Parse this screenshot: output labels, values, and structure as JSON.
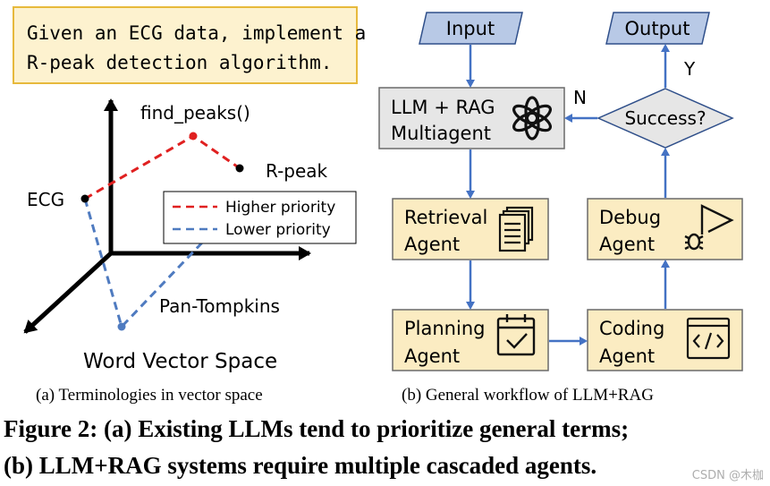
{
  "left_panel": {
    "task_text": {
      "line1": "Given an ECG data, implement a",
      "line2": "R-peak detection algorithm."
    },
    "points": {
      "ecg": "ECG",
      "find_peaks": "find_peaks()",
      "r_peak": "R-peak",
      "pan_tompkins": "Pan-Tompkins"
    },
    "legend": {
      "higher": "Higher priority",
      "lower": "Lower priority"
    },
    "space_label": "Word Vector Space",
    "caption": "(a)  Terminologies in vector space"
  },
  "right_panel": {
    "input": "Input",
    "output": "Output",
    "success": "Success?",
    "yes": "Y",
    "no": "N",
    "multiagent": {
      "line1": "LLM + RAG",
      "line2": "Multiagent"
    },
    "retrieval": {
      "line1": "Retrieval",
      "line2": "Agent"
    },
    "planning": {
      "line1": "Planning",
      "line2": "Agent"
    },
    "coding": {
      "line1": "Coding",
      "line2": "Agent"
    },
    "debug": {
      "line1": "Debug",
      "line2": "Agent"
    },
    "caption": "(b)  General workflow of LLM+RAG"
  },
  "figure_caption": {
    "line1": "Figure 2: (a) Existing LLMs tend to prioritize general terms;",
    "line2": "(b) LLM+RAG systems require multiple cascaded agents."
  },
  "watermark": "CSDN @木枷",
  "colors": {
    "higher": "#e02020",
    "lower": "#4f7bc0",
    "box_fill": "#fbecc2",
    "parallelogram": "#b8c9e6",
    "arrow": "#4472c4",
    "task_fill": "#fdf2cf"
  }
}
